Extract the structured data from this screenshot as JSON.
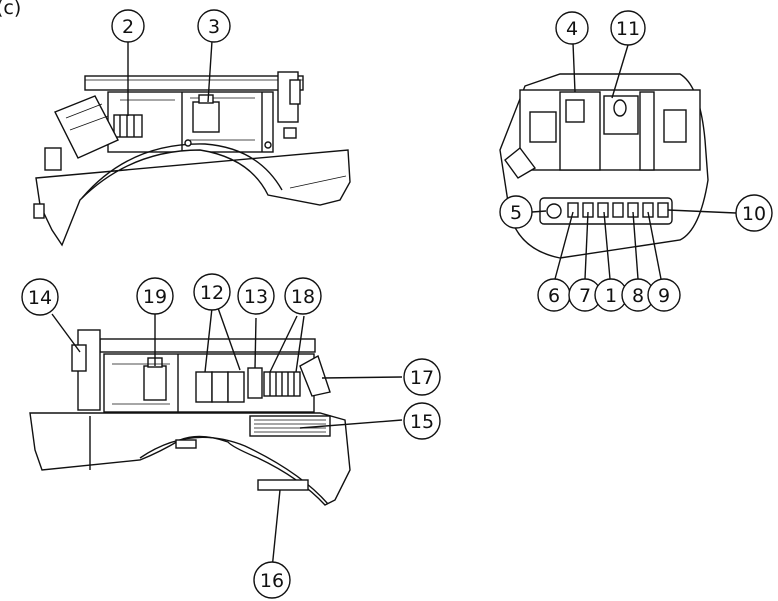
{
  "header": {
    "label": "(c)"
  },
  "callouts": [
    {
      "id": "2",
      "label": "2"
    },
    {
      "id": "3",
      "label": "3"
    },
    {
      "id": "4",
      "label": "4"
    },
    {
      "id": "11",
      "label": "11"
    },
    {
      "id": "5",
      "label": "5"
    },
    {
      "id": "10",
      "label": "10"
    },
    {
      "id": "6",
      "label": "6"
    },
    {
      "id": "7",
      "label": "7"
    },
    {
      "id": "1",
      "label": "1"
    },
    {
      "id": "8",
      "label": "8"
    },
    {
      "id": "9",
      "label": "9"
    },
    {
      "id": "14",
      "label": "14"
    },
    {
      "id": "19",
      "label": "19"
    },
    {
      "id": "12",
      "label": "12"
    },
    {
      "id": "13",
      "label": "13"
    },
    {
      "id": "18",
      "label": "18"
    },
    {
      "id": "17",
      "label": "17"
    },
    {
      "id": "15",
      "label": "15"
    },
    {
      "id": "16",
      "label": "16"
    }
  ]
}
